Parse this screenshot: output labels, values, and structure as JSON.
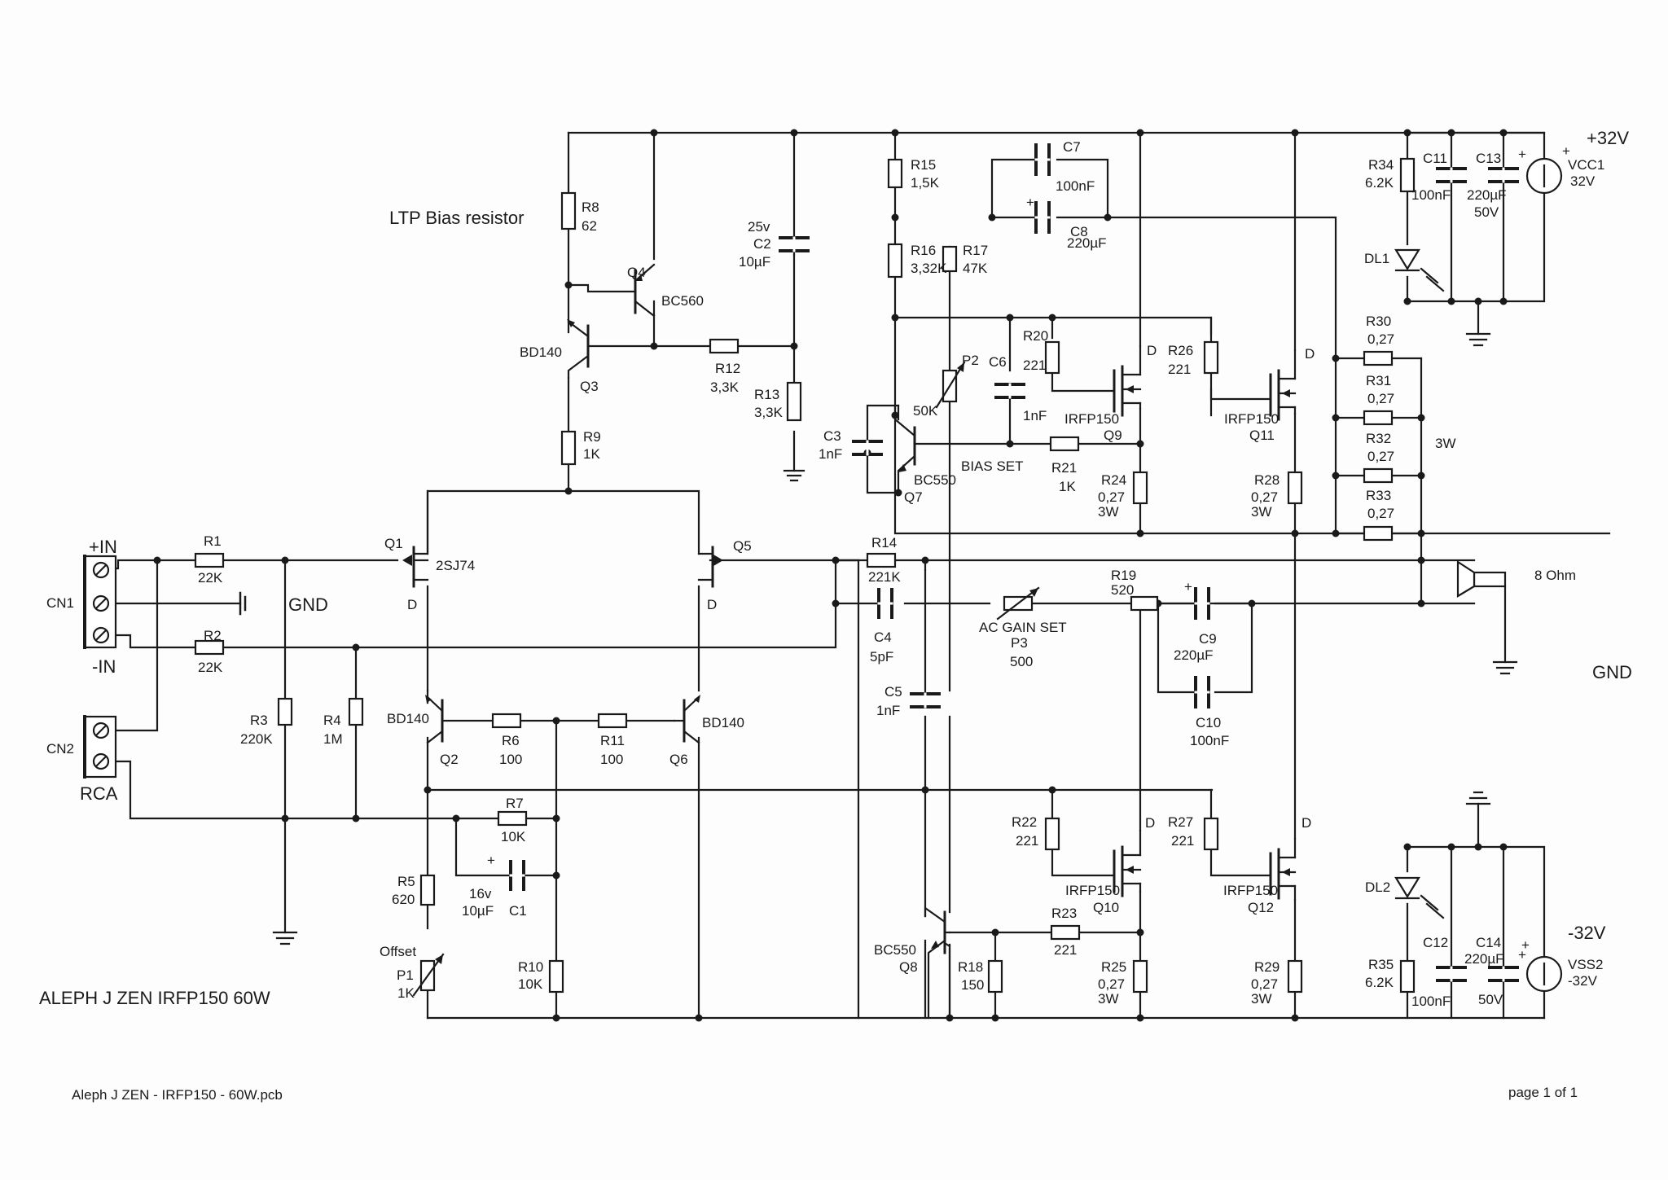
{
  "labels": {
    "ltp": "LTP Bias resistor",
    "title": "ALEPH J  ZEN IRFP150 60W",
    "file": "Aleph J ZEN - IRFP150 - 60W.pcb",
    "page": "page 1 of 1",
    "gnd_left": "GND",
    "gnd_right": "GND",
    "rca": "RCA",
    "in_p": "+IN",
    "in_m": "-IN",
    "cn1": "CN1",
    "cn2": "CN2",
    "pos_rail": "+32V",
    "neg_rail": "-32V",
    "speaker": "8 Ohm",
    "w3": "3W",
    "bias_set": "BIAS SET",
    "ac_gain": "AC GAIN SET",
    "offset": "Offset"
  },
  "components": {
    "R1": {
      "ref": "R1",
      "val": "22K"
    },
    "R2": {
      "ref": "R2",
      "val": "22K"
    },
    "R3": {
      "ref": "R3",
      "val": "220K"
    },
    "R4": {
      "ref": "R4",
      "val": "1M"
    },
    "R5": {
      "ref": "R5",
      "val": "620"
    },
    "R6": {
      "ref": "R6",
      "val": "100"
    },
    "R7": {
      "ref": "R7",
      "val": "10K"
    },
    "R8": {
      "ref": "R8",
      "val": "62"
    },
    "R9": {
      "ref": "R9",
      "val": "1K"
    },
    "R10": {
      "ref": "R10",
      "val": "10K"
    },
    "R11": {
      "ref": "R11",
      "val": "100"
    },
    "R12": {
      "ref": "R12",
      "val": "3,3K"
    },
    "R13": {
      "ref": "R13",
      "val": "3,3K"
    },
    "R14": {
      "ref": "R14",
      "val": "221K"
    },
    "R15": {
      "ref": "R15",
      "val": "1,5K"
    },
    "R16": {
      "ref": "R16",
      "val": "3,32K"
    },
    "R17": {
      "ref": "R17",
      "val": "47K"
    },
    "R18": {
      "ref": "R18",
      "val": "150"
    },
    "R19": {
      "ref": "R19",
      "val": "520"
    },
    "R20": {
      "ref": "R20",
      "val": "221"
    },
    "R21": {
      "ref": "R21",
      "val": "1K"
    },
    "R22": {
      "ref": "R22",
      "val": "221"
    },
    "R23": {
      "ref": "R23",
      "val": "221"
    },
    "R24": {
      "ref": "R24",
      "val": "0,27",
      "w": "3W"
    },
    "R25": {
      "ref": "R25",
      "val": "0,27",
      "w": "3W"
    },
    "R26": {
      "ref": "R26",
      "val": "221"
    },
    "R27": {
      "ref": "R27",
      "val": "221"
    },
    "R28": {
      "ref": "R28",
      "val": "0,27",
      "w": "3W"
    },
    "R29": {
      "ref": "R29",
      "val": "0,27",
      "w": "3W"
    },
    "R30": {
      "ref": "R30",
      "val": "0,27"
    },
    "R31": {
      "ref": "R31",
      "val": "0,27"
    },
    "R32": {
      "ref": "R32",
      "val": "0,27"
    },
    "R33": {
      "ref": "R33",
      "val": "0,27"
    },
    "R34": {
      "ref": "R34",
      "val": "6.2K"
    },
    "R35": {
      "ref": "R35",
      "val": "6.2K"
    },
    "C1": {
      "ref": "C1",
      "val": "10µF",
      "v": "16v"
    },
    "C2": {
      "ref": "C2",
      "val": "10µF",
      "v": "25v"
    },
    "C3": {
      "ref": "C3",
      "val": "1nF"
    },
    "C4": {
      "ref": "C4",
      "val": "5pF"
    },
    "C5": {
      "ref": "C5",
      "val": "1nF"
    },
    "C6": {
      "ref": "C6",
      "val": "1nF"
    },
    "C7": {
      "ref": "C7",
      "val": "100nF"
    },
    "C8": {
      "ref": "C8",
      "val": "220µF"
    },
    "C9": {
      "ref": "C9",
      "val": "220µF"
    },
    "C10": {
      "ref": "C10",
      "val": "100nF"
    },
    "C11": {
      "ref": "C11",
      "val": "100nF"
    },
    "C12": {
      "ref": "C12",
      "val": "100nF"
    },
    "C13": {
      "ref": "C13",
      "val": "220µF",
      "v": "50V"
    },
    "C14": {
      "ref": "C14",
      "val": "220µF",
      "v": "50V"
    },
    "P1": {
      "ref": "P1",
      "val": "1K"
    },
    "P2": {
      "ref": "P2",
      "val": "50K"
    },
    "P3": {
      "ref": "P3",
      "val": "500"
    },
    "Q1": {
      "ref": "Q1",
      "part": "2SJ74"
    },
    "Q2": {
      "ref": "Q2",
      "part": "BD140"
    },
    "Q3": {
      "ref": "Q3",
      "part": "BD140"
    },
    "Q4": {
      "ref": "Q4",
      "part": "BC560"
    },
    "Q5": {
      "ref": "Q5"
    },
    "Q6": {
      "ref": "Q6",
      "part": "BD140"
    },
    "Q7": {
      "ref": "Q7",
      "part": "BC550"
    },
    "Q8": {
      "ref": "Q8",
      "part": "BC550"
    },
    "Q9": {
      "ref": "Q9",
      "part": "IRFP150"
    },
    "Q10": {
      "ref": "Q10",
      "part": "IRFP150"
    },
    "Q11": {
      "ref": "Q11",
      "part": "IRFP150"
    },
    "Q12": {
      "ref": "Q12",
      "part": "IRFP150"
    },
    "DL1": {
      "ref": "DL1"
    },
    "DL2": {
      "ref": "DL2"
    },
    "VCC1": {
      "ref": "VCC1",
      "val": "32V"
    },
    "VSS2": {
      "ref": "VSS2",
      "val": "-32V"
    },
    "D": "D",
    "plus": "+"
  }
}
